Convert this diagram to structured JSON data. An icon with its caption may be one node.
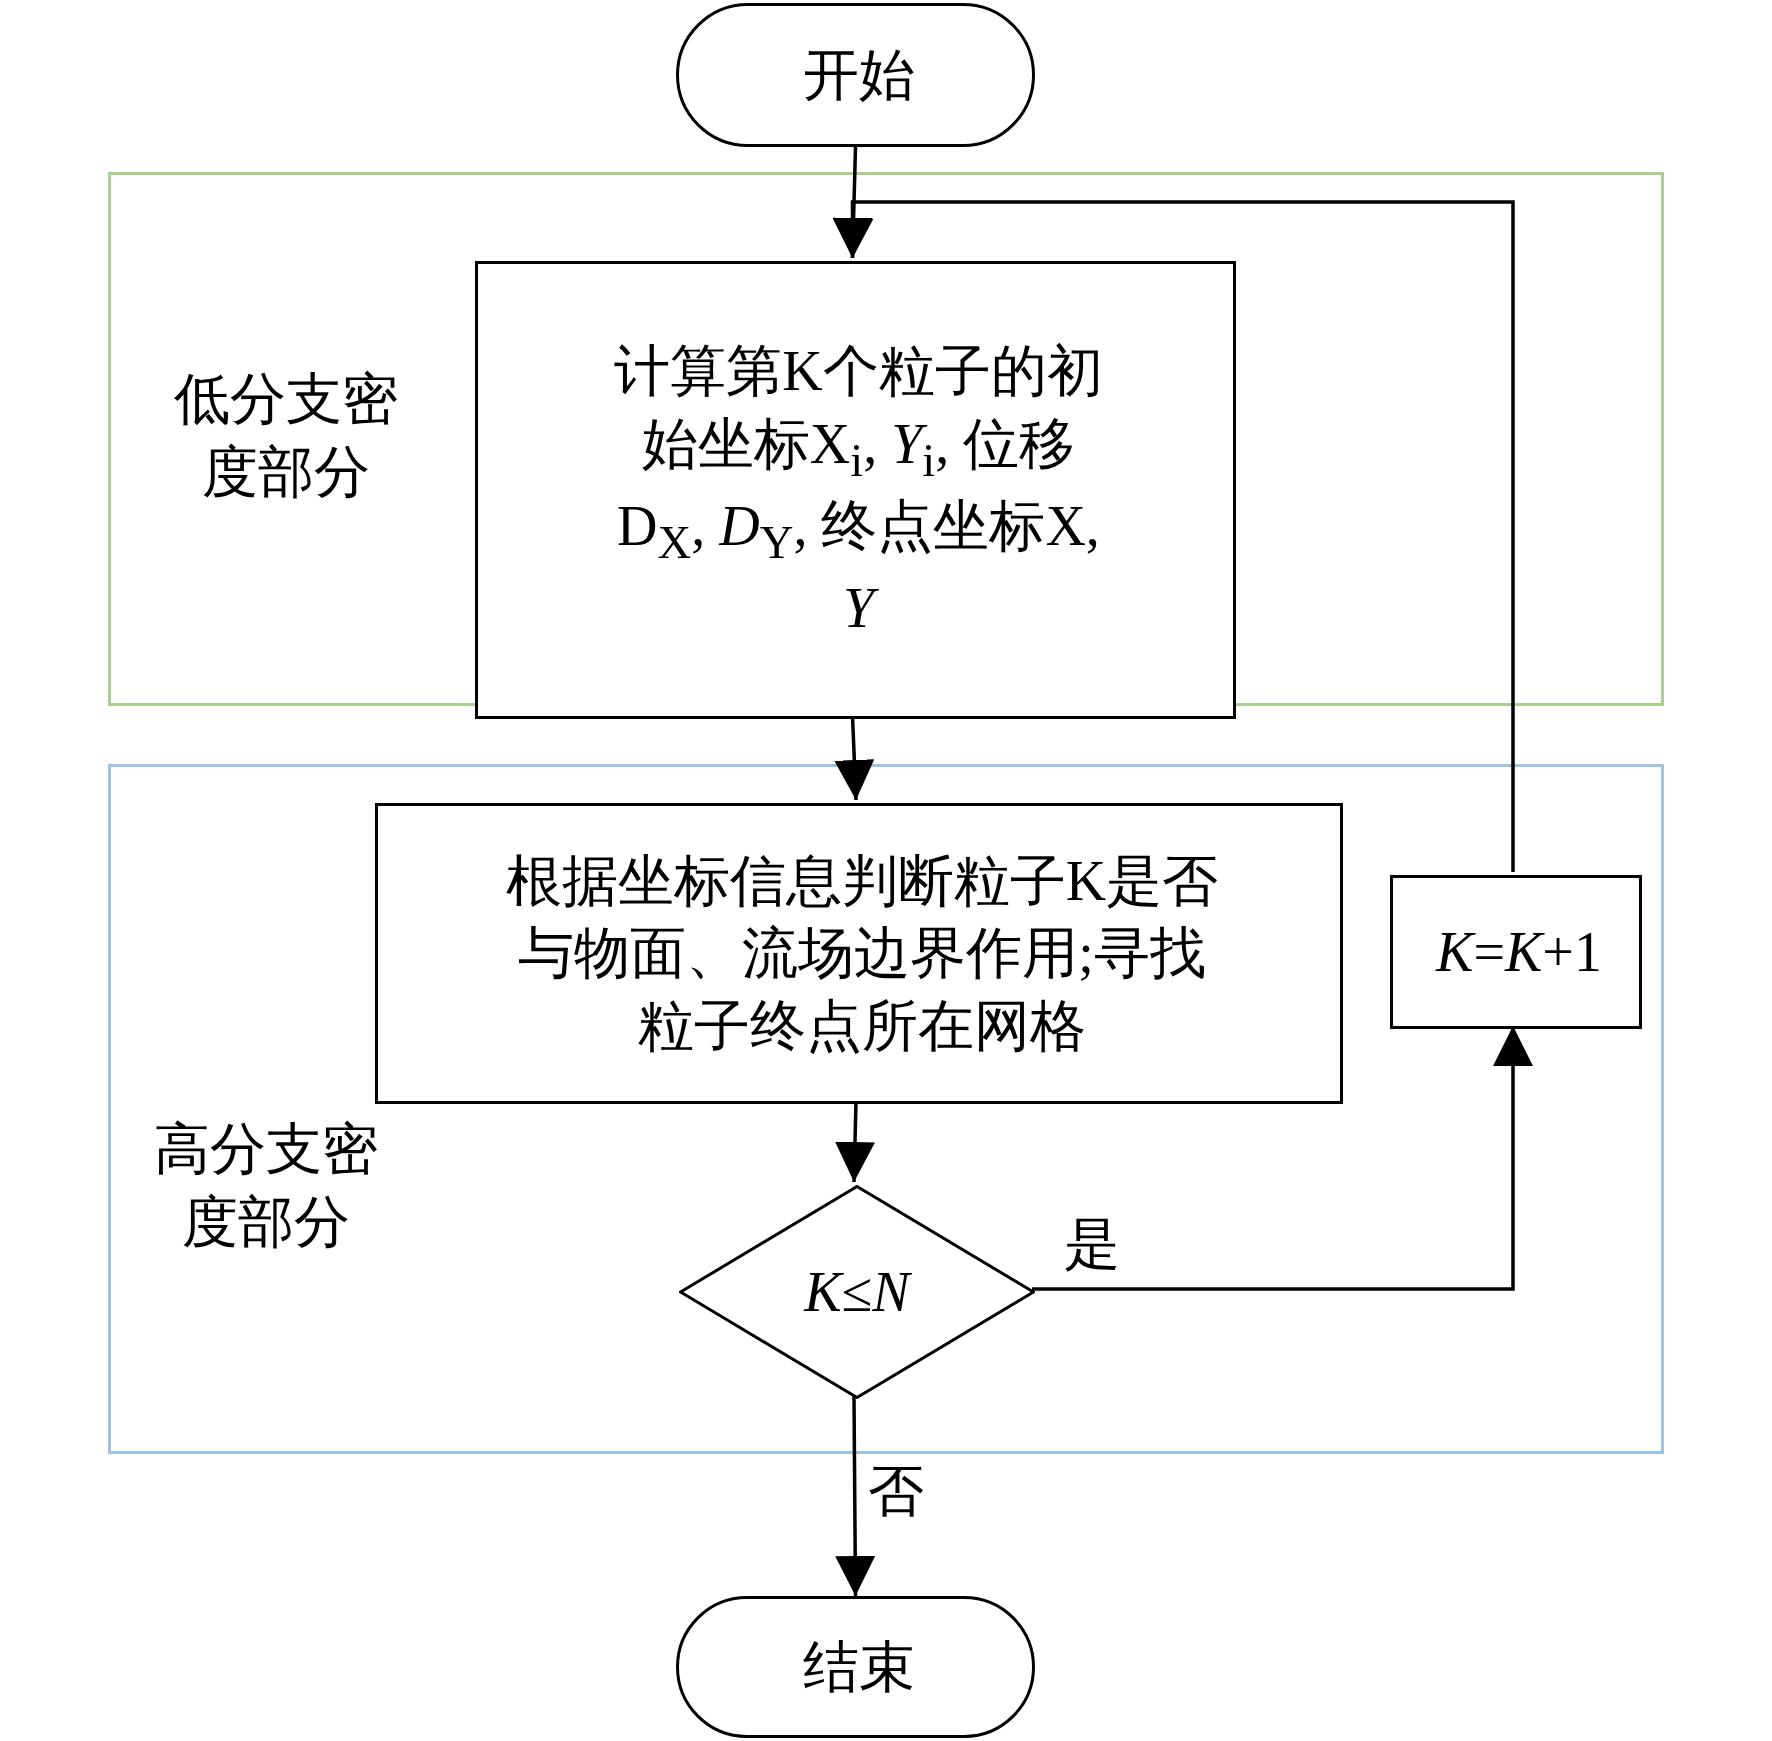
{
  "diagram": {
    "nodes": [
      {
        "text": [
          "开始"
        ]
      },
      {
        "text": [
          "低分支密度部分"
        ]
      },
      {
        "text": [
          "计算第K个粒子的初始坐标X$_{i}$, *Y*$_{i}$, 位移D$_{X}$, *D*$_{Y}$, 终点坐标X, *Y*"
        ],
        "in": 1
      },
      {
        "text": [
          "高分支密度部分"
        ]
      },
      {
        "text": [
          "根据坐标信息判断粒子K是否与物面、流场边界作用;寻找粒子终点所在网格"
        ],
        "in": 3
      },
      {
        "text": [
          "*K*≤*N*"
        ],
        "in": 3
      },
      {
        "text": [
          "*K*=*K*+1"
        ],
        "in": 3
      },
      {
        "text": [
          "结束"
        ]
      }
    ],
    "edges": [
      {
        "from": 0,
        "to": 2,
        "arrow": "to"
      },
      {
        "from": 2,
        "to": 4,
        "arrow": "to"
      },
      {
        "from": 4,
        "to": 5,
        "arrow": "to"
      },
      {
        "from": 5,
        "to": 6,
        "arrow": "to",
        "label": "是"
      },
      {
        "from": 6,
        "to": 2,
        "arrow": "to"
      },
      {
        "from": 5,
        "to": 7,
        "arrow": "to",
        "label": "否"
      }
    ]
  }
}
